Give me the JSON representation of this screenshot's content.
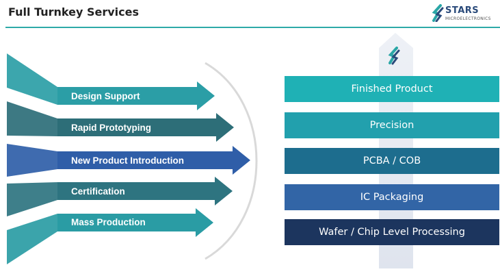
{
  "header": {
    "title": "Full Turnkey Services",
    "logo_text": "STARS",
    "logo_subtext": "MICROELECTRONICS"
  },
  "services": [
    {
      "label": "Design Support",
      "color": "#2b9ea6"
    },
    {
      "label": "Rapid Prototyping",
      "color": "#2d6e78"
    },
    {
      "label": "New Product Introduction",
      "color": "#2f5ea8"
    },
    {
      "label": "Certification",
      "color": "#2e7480"
    },
    {
      "label": "Mass Production",
      "color": "#2a9ca4"
    }
  ],
  "layers": [
    {
      "label": "Finished Product",
      "color": "#1fb1b5"
    },
    {
      "label": "Precision",
      "color": "#22a0ad"
    },
    {
      "label": "PCBA / COB",
      "color": "#1d6d8e"
    },
    {
      "label": "IC Packaging",
      "color": "#3265a6"
    },
    {
      "label": "Wafer / Chip Level Processing",
      "color": "#1c355e"
    }
  ]
}
